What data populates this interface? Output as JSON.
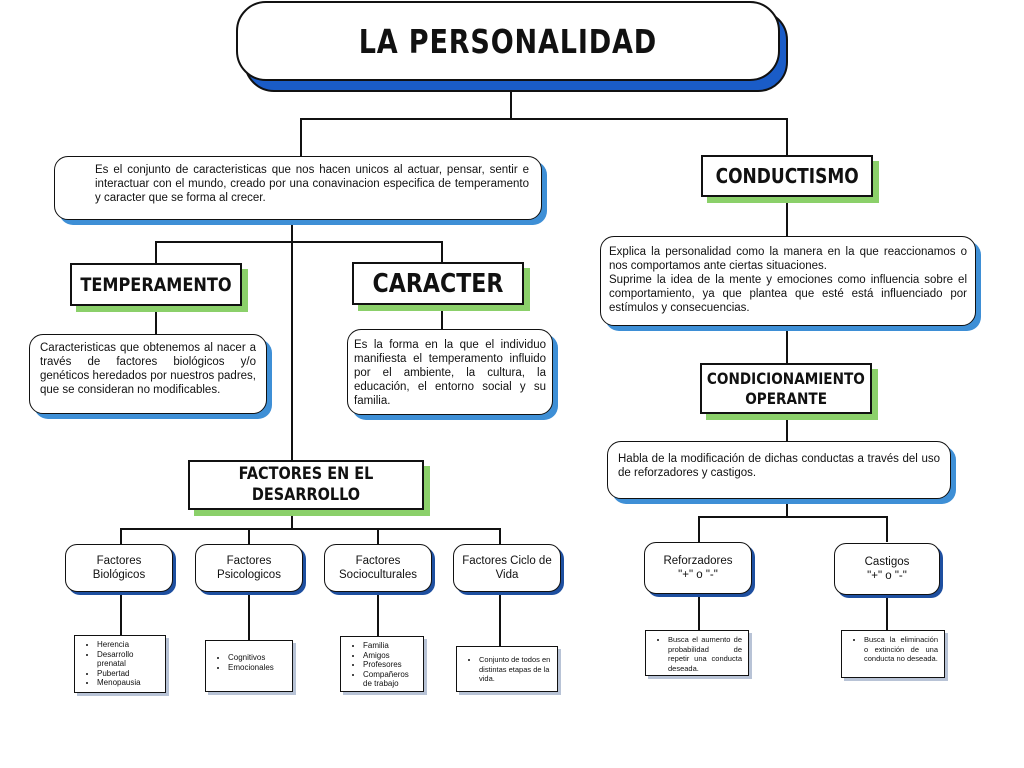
{
  "title": "LA PERSONALIDAD",
  "definition": "Es el conjunto de caracteristicas que nos hacen unicos al actuar, pensar, sentir e interactuar con el mundo, creado por una conavinacion especifica de temperamento y caracter que se forma al crecer.",
  "temperamento": {
    "heading": "TEMPERAMENTO",
    "description": "Caracteristicas que obtenemos al nacer a través de factores biológicos y/o genéticos heredados por nuestros padres, que se consideran no modificables."
  },
  "caracter": {
    "heading": "CARACTER",
    "description": "Es la forma en la que el individuo manifiesta el temperamento influido por el ambiente, la cultura, la educación, el entorno social y su familia."
  },
  "factores": {
    "heading": "FACTORES EN EL DESARROLLO",
    "items": [
      {
        "label": "Factores Biológicos",
        "details": [
          "Herencia",
          "Desarrollo prenatal",
          "Pubertad",
          "Menopausia"
        ]
      },
      {
        "label": "Factores Psicologicos",
        "details": [
          "Cognitivos",
          "Emocionales"
        ]
      },
      {
        "label": "Factores Socioculturales",
        "details": [
          "Familia",
          "Amigos",
          "Profesores",
          "Compañeros de trabajo"
        ]
      },
      {
        "label": "Factores Ciclo de Vida",
        "details": [
          "Conjunto de todos en distintas etapas de la vida."
        ]
      }
    ]
  },
  "conductismo": {
    "heading": "CONDUCTISMO",
    "description_1": "Explica la personalidad como la manera en la que reaccionamos o nos comportamos ante ciertas situaciones.",
    "description_2": "Suprime la idea de la mente y emociones como influencia sobre el comportamiento, ya que plantea que esté está influenciado por estímulos y consecuencias."
  },
  "condicionamiento": {
    "heading_1": "CONDICIONAMIENTO",
    "heading_2": "OPERANTE",
    "description": "Habla de la modificación de dichas conductas a través del uso de reforzadores y castigos."
  },
  "reforzadores": {
    "label_1": "Reforzadores",
    "label_2": "\"+\" o \"-\"",
    "detail": "Busca el aumento de probabilidad de repetir una conducta deseada."
  },
  "castigos": {
    "label_1": "Castigos",
    "label_2": "\"+\" o \"-\"",
    "detail": "Busca la eliminación o extinción de una conducta no deseada."
  },
  "colors": {
    "blue_shadow": "#3e8fd6",
    "green_shadow": "#8bd06a",
    "title_shadow": "#1a5cc7"
  }
}
